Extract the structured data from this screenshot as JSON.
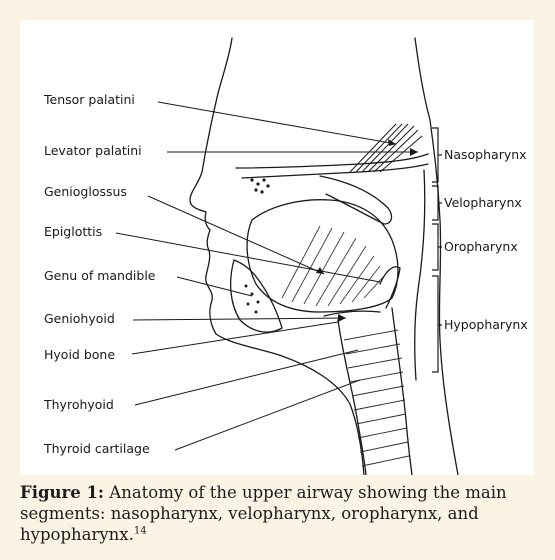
{
  "diagram": {
    "left_labels": [
      "Tensor palatini",
      "Levator palatini",
      "Genioglossus",
      "Epiglottis",
      "Genu of mandible",
      "Geniohyoid",
      "Hyoid bone",
      "Thyrohyoid",
      "Thyroid cartilage"
    ],
    "right_labels": [
      "Nasopharynx",
      "Velopharynx",
      "Oropharynx",
      "Hypopharynx"
    ]
  },
  "caption": {
    "label": "Figure 1:",
    "text": " Anatomy of the upper airway showing the main segments: nasopharynx, velopharynx, oropharynx, and hypopharynx.",
    "ref": "14"
  }
}
